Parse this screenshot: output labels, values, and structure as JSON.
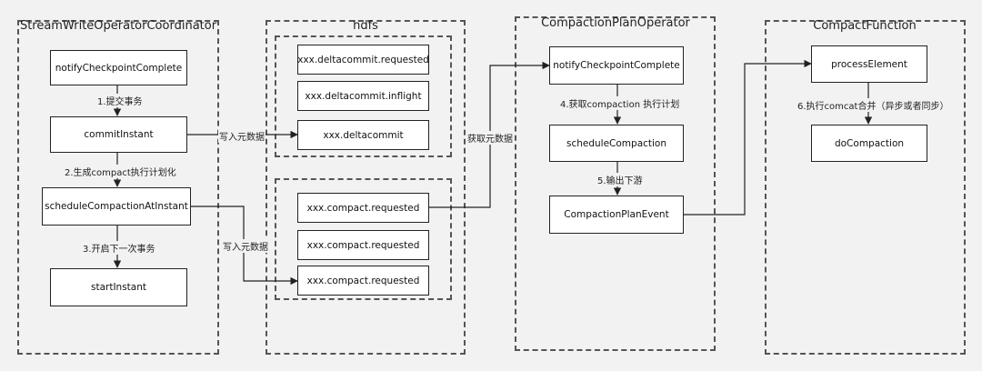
{
  "groups": {
    "coordinator": "StreamWriteOperatorCoordinator",
    "hdfs": "hdfs",
    "plan_operator": "CompactionPlanOperator",
    "compact_function": "CompactFunction"
  },
  "nodes": {
    "notify_checkpoint_1": "notifyCheckpointComplete",
    "commit_instant": "commitInstant",
    "schedule_compaction_at_instant": "scheduleCompactionAtInstant",
    "start_instant": "startInstant",
    "delta_requested": "xxx.deltacommit.requested",
    "delta_inflight": "xxx.deltacommit.inflight",
    "delta_commit": "xxx.deltacommit",
    "compact_requested_1": "xxx.compact.requested",
    "compact_requested_2": "xxx.compact.requested",
    "compact_requested_3": "xxx.compact.requested",
    "notify_checkpoint_2": "notifyCheckpointComplete",
    "schedule_compaction": "scheduleCompaction",
    "compaction_plan_event": "CompactionPlanEvent",
    "process_element": "processElement",
    "do_compaction": "doCompaction"
  },
  "edge_labels": {
    "submit_txn": "1.提交事务",
    "gen_compact_plan": "2.生成compact执行计划化",
    "open_next_txn": "3.开启下一次事务",
    "write_meta_1": "写入元数据",
    "write_meta_2": "写入元数据",
    "read_meta": "获取元数据",
    "get_compaction_plan": "4.获取compaction 执行计划",
    "output_downstream": "5.输出下游",
    "exec_compact": "6.执行comcat合并（异步或者同步）"
  }
}
